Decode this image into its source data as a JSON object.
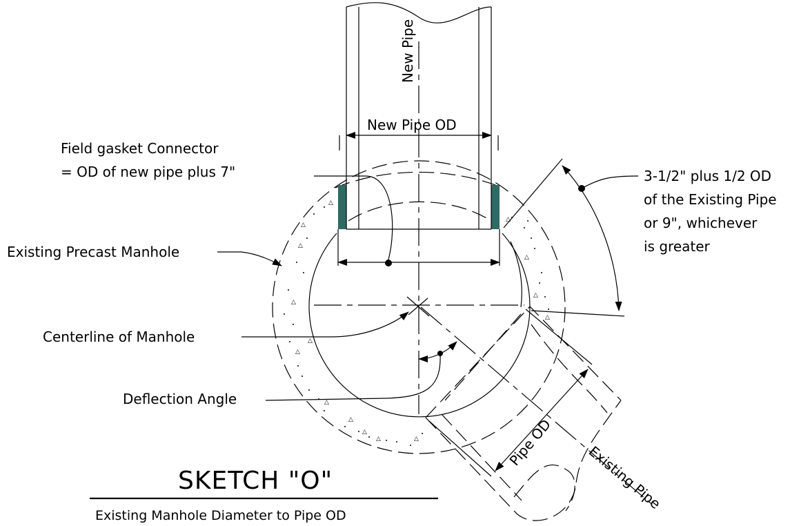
{
  "drawing": {
    "title": "SKETCH \"O\"",
    "subtitle": "Existing Manhole Diameter to Pipe OD",
    "labels": {
      "new_pipe": "New Pipe",
      "new_pipe_od": "New Pipe OD",
      "field_gasket_line1": "Field gasket Connector",
      "field_gasket_line2": "= OD of new pipe plus 7\"",
      "existing_manhole": "Existing Precast Manhole",
      "centerline": "Centerline of Manhole",
      "deflection_angle": "Deflection Angle",
      "pipe_od": "Pipe OD",
      "existing_pipe": "Existing Pipe",
      "rule_line1": "3-1/2\" plus 1/2 OD",
      "rule_line2": "of the Existing Pipe",
      "rule_line3": "or 9\", whichever",
      "rule_line4": "is greater"
    },
    "colors": {
      "line": "#000000",
      "gasket": "#2f6b63"
    }
  }
}
